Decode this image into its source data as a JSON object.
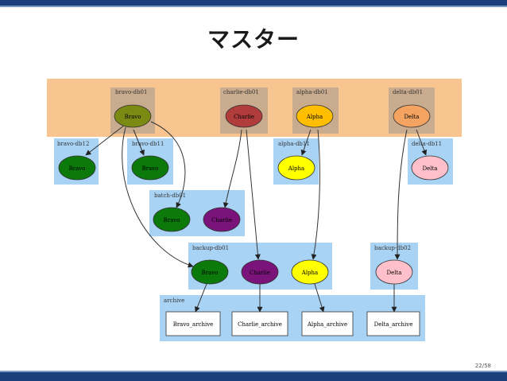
{
  "slide": {
    "title": "マスター",
    "page_number": "22/58"
  },
  "clusters": {
    "master": "",
    "bravo_db01": "bravo-db01",
    "charlie_db01": "charlie-db01",
    "alpha_db01": "alpha-db01",
    "delta_db01": "delta-db01",
    "bravo_db12": "bravo-db12",
    "bravo_db11": "bravo-db11",
    "alpha_db11": "alpha-db11",
    "delta_db11": "delta-db11",
    "batch_db01": "batch-db01",
    "backup_db01": "backup-db01",
    "backup_db02": "backup-db02",
    "archive": "archive"
  },
  "nodes": {
    "bravo_master": "Bravo",
    "charlie_master": "Charlie",
    "alpha_master": "Alpha",
    "delta_master": "Delta",
    "bravo_db12": "Bravo",
    "bravo_db11": "Bravo",
    "alpha_db11": "Alpha",
    "delta_db11": "Delta",
    "batch_bravo": "Bravo",
    "batch_charlie": "Charlie",
    "backup_bravo": "Bravo",
    "backup_charlie": "Charlie",
    "backup_alpha": "Alpha",
    "backup_delta": "Delta",
    "archive_bravo": "Bravo_archive",
    "archive_charlie": "Charlie_archive",
    "archive_alpha": "Alpha_archive",
    "archive_delta": "Delta_archive"
  },
  "colors": {
    "bar": "#1b3f7a",
    "master_cluster": "#f8c591",
    "host_cluster": "#c9ab8e",
    "replica_cluster": "#a9d3f5",
    "bravo_master_fill": "#7a8a12",
    "bravo_fill": "#0b7a0b",
    "charlie_master_fill": "#b03c3c",
    "charlie_fill": "#7a137a",
    "alpha_fill": "#ffff00",
    "alpha_master_fill": "#ffbf00",
    "delta_master_fill": "#f4a460",
    "delta_fill": "#ffc0cb",
    "archive_fill": "#ffffff"
  }
}
